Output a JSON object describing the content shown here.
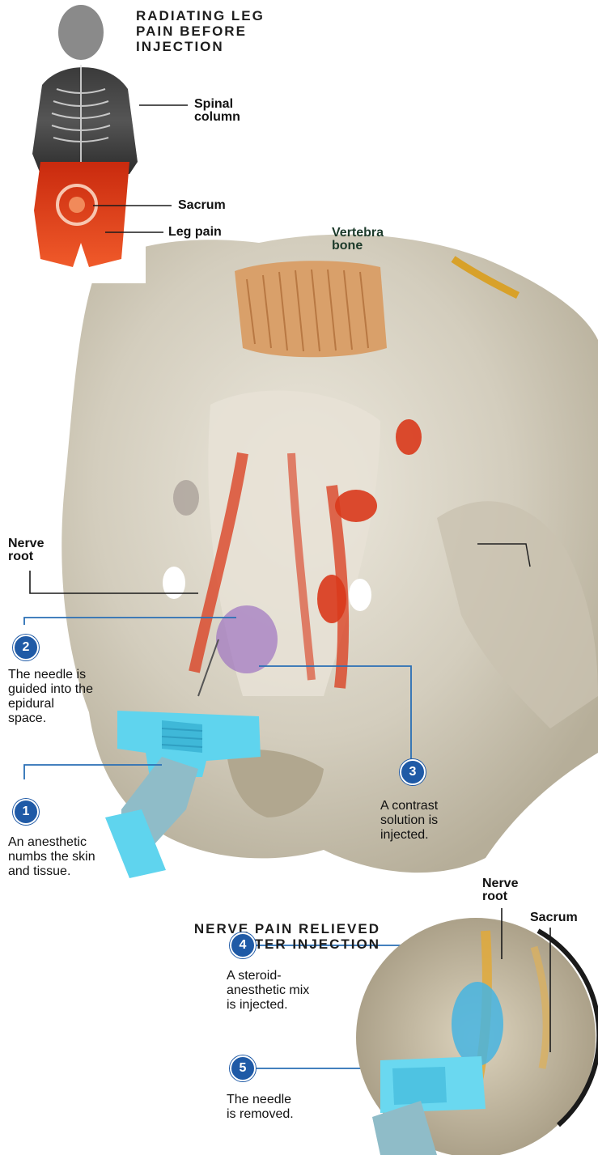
{
  "top_title": [
    "RADIATING LEG",
    "PAIN BEFORE",
    "INJECTION"
  ],
  "labels": {
    "spinal_column": [
      "Spinal",
      "column"
    ],
    "sacrum_top": "Sacrum",
    "leg_pain": "Leg pain",
    "vertebra_bone": [
      "Vertebra",
      "bone"
    ],
    "nerve_root_main": [
      "Nerve",
      "root"
    ],
    "nerve_root_inset": [
      "Nerve",
      "root"
    ],
    "sacrum_inset": "Sacrum"
  },
  "steps": [
    {
      "number": "1",
      "text": [
        "An anesthetic",
        "numbs the skin",
        "and tissue."
      ]
    },
    {
      "number": "2",
      "text": [
        "The needle is",
        "guided into the",
        "epidural",
        "space."
      ]
    },
    {
      "number": "3",
      "text": [
        "A contrast",
        "solution is",
        "injected."
      ]
    },
    {
      "number": "4",
      "text": [
        "A steroid-",
        "anesthetic mix",
        "is injected."
      ]
    },
    {
      "number": "5",
      "text": [
        "The needle",
        "is removed."
      ]
    }
  ],
  "bottom_title": [
    "NERVE PAIN RELIEVED",
    "AFTER INJECTION"
  ],
  "colors": {
    "badge": "#1f5aa6",
    "leader_line_blue": "#2a6fb5",
    "bone": "#d6d1c4",
    "pain": "#d9391b",
    "needle": "#5fd4ee"
  }
}
